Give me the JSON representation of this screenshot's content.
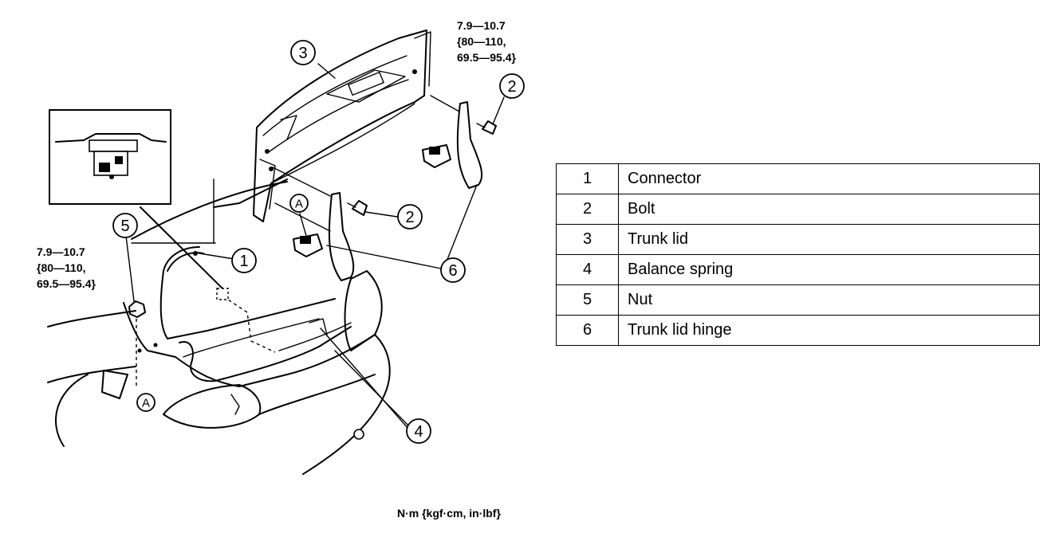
{
  "callouts": {
    "c1": "1",
    "c2a": "2",
    "c2b": "2",
    "c3": "3",
    "c4": "4",
    "c5": "5",
    "c6": "6",
    "ref_a_upper": "A",
    "ref_a_lower": "A"
  },
  "torque_upper": {
    "line1": "7.9—10.7",
    "line2": "{80—110,",
    "line3": "69.5—95.4}"
  },
  "torque_left": {
    "line1": "7.9—10.7",
    "line2": "{80—110,",
    "line3": "69.5—95.4}"
  },
  "units": "N·m {kgf·cm, in·lbf}",
  "parts": [
    {
      "num": "1",
      "name": "Connector"
    },
    {
      "num": "2",
      "name": "Bolt"
    },
    {
      "num": "3",
      "name": "Trunk lid"
    },
    {
      "num": "4",
      "name": "Balance spring"
    },
    {
      "num": "5",
      "name": "Nut"
    },
    {
      "num": "6",
      "name": "Trunk lid hinge"
    }
  ]
}
